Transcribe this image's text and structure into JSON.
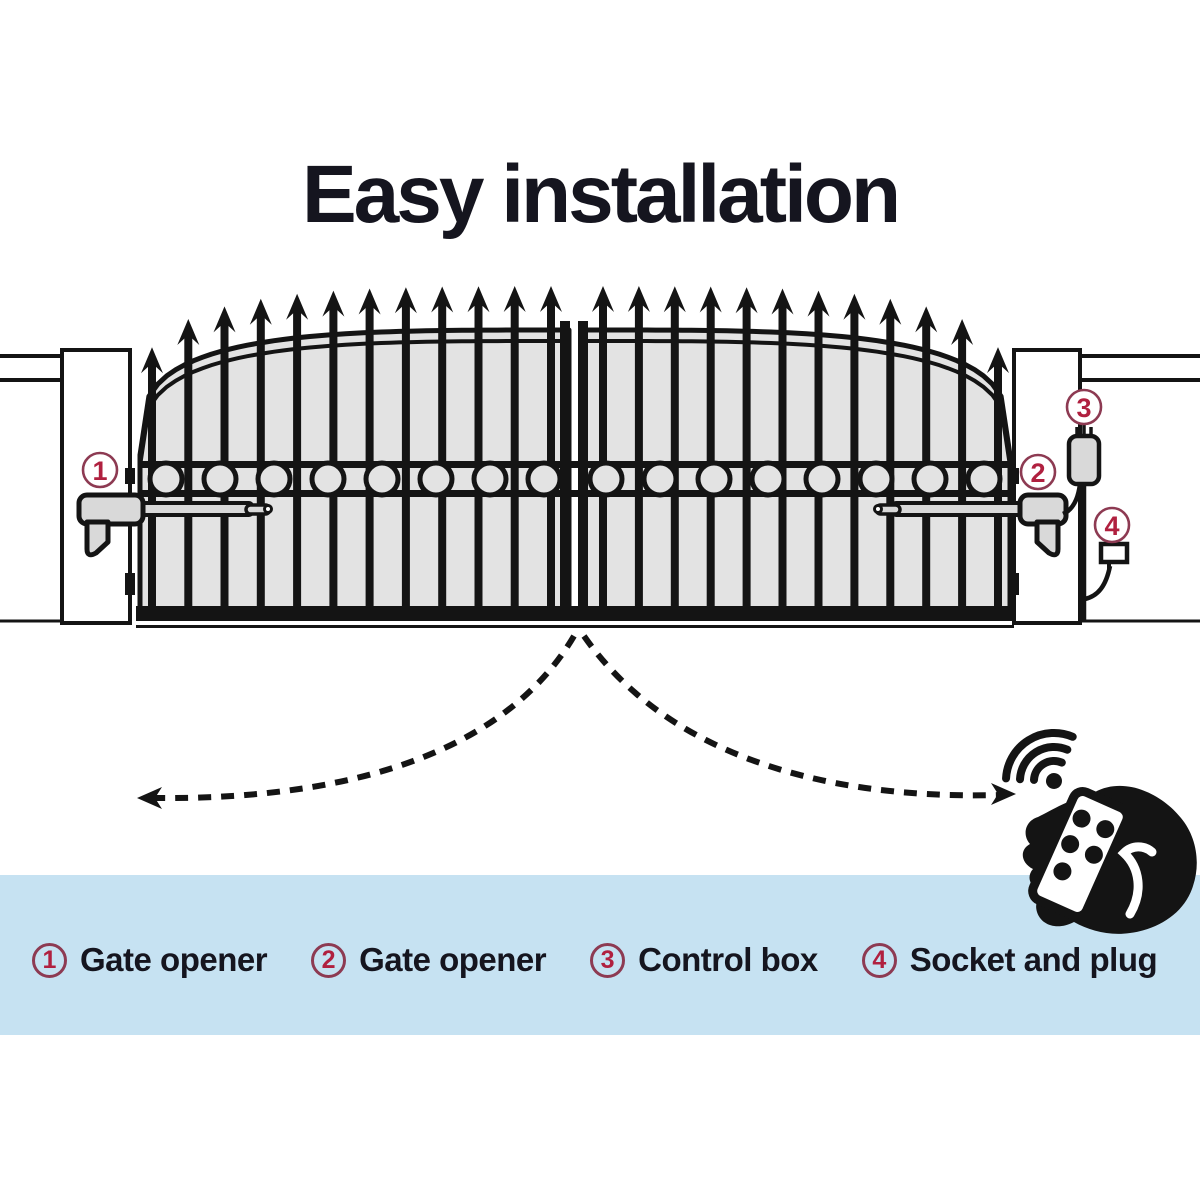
{
  "title": "Easy installation",
  "legend": {
    "items": [
      {
        "num": "1",
        "label": "Gate opener"
      },
      {
        "num": "2",
        "label": "Gate opener"
      },
      {
        "num": "3",
        "label": "Control box"
      },
      {
        "num": "4",
        "label": "Socket and plug"
      }
    ]
  },
  "colors": {
    "band_bg": "#c6e2f2",
    "badge_ring": "#8d3a52",
    "badge_number": "#b0203f",
    "ink": "#141414",
    "gate_fill": "#e3e3e3",
    "device_fill": "#d9d9d9"
  },
  "icons": [
    "wifi-signal-icon",
    "remote-control-icon",
    "hand-icon",
    "spear-finial-icon",
    "swing-arrow-icon",
    "control-box-icon",
    "socket-plug-icon",
    "gate-opener-icon"
  ],
  "diagram": {
    "leaves": 2,
    "pickets_per_leaf": 12,
    "rings_per_leaf": 8
  }
}
